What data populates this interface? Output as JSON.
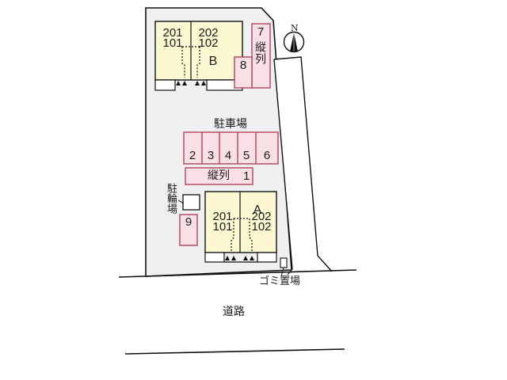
{
  "colors": {
    "lot_fill": "#f0f0f0",
    "building_fill": "#fbf8d2",
    "parking_fill": "#f9e0e7",
    "parking_border": "#b0455e",
    "line": "#111111"
  },
  "compass": {
    "label": "N"
  },
  "building_b": {
    "name": "B",
    "units_left": [
      "201",
      "101"
    ],
    "units_right": [
      "202",
      "102"
    ],
    "unit_left_top": "201",
    "unit_left_bottom": "101",
    "unit_right_top": "202",
    "unit_right_bottom": "102"
  },
  "building_a": {
    "name": "A",
    "unit_left_top": "201",
    "unit_left_bottom": "101",
    "unit_right_top": "202",
    "unit_right_bottom": "102"
  },
  "parking": {
    "title": "駐車場",
    "row_spaces": [
      "2",
      "3",
      "4",
      "5",
      "6"
    ],
    "tandem_row": {
      "label": "縦列",
      "number": "1"
    },
    "space_7": {
      "number": "7",
      "label": "縦列"
    },
    "space_8": {
      "number": "8"
    },
    "space_9": {
      "number": "9"
    }
  },
  "bicycle_parking": {
    "label": "駐輪場"
  },
  "garbage": {
    "label": "ゴミ置場"
  },
  "road": {
    "label": "道路"
  }
}
